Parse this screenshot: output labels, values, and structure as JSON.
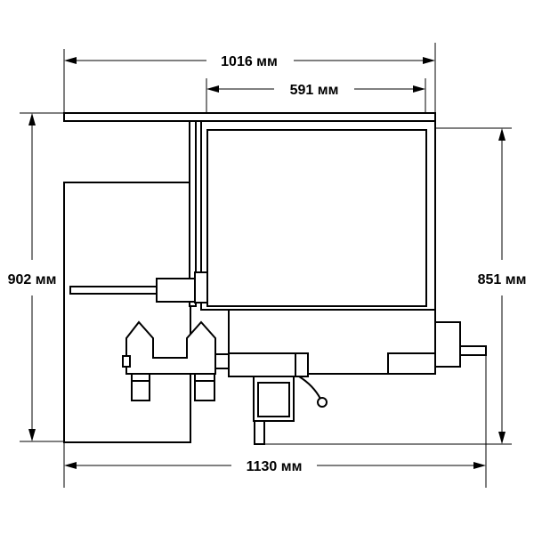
{
  "dimensions": {
    "top_width": "1016 мм",
    "inner_width": "591 мм",
    "left_height": "902 мм",
    "right_height": "851 мм",
    "bottom_width": "1130 мм"
  }
}
